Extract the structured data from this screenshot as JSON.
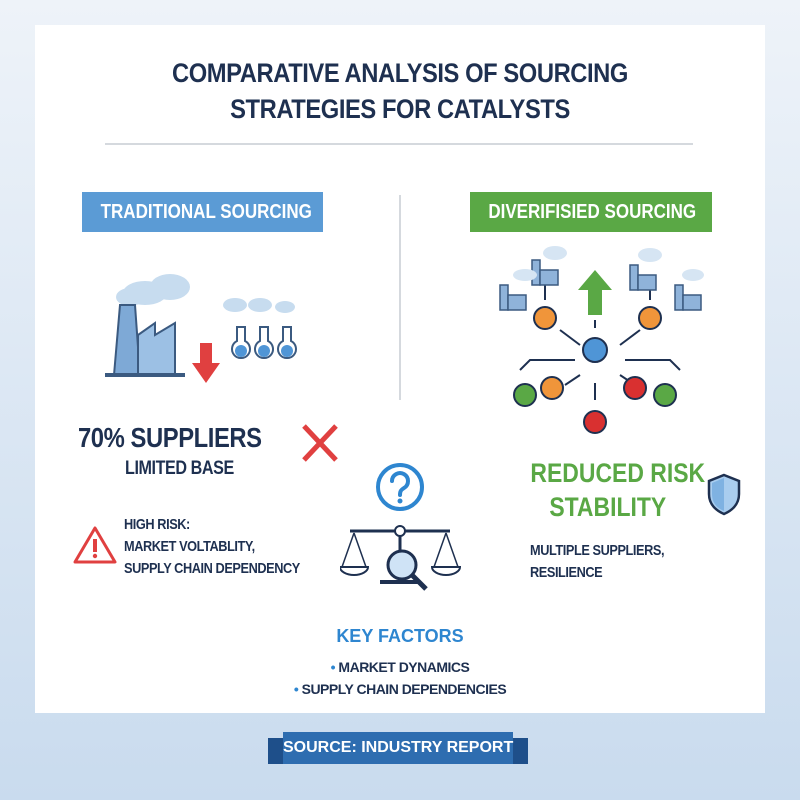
{
  "title": {
    "line1": "COMPARATIVE ANALYSIS OF SOURCING",
    "line2": "STRATEGIES FOR CATALYSTS"
  },
  "traditional": {
    "label": "TRADITIONAL SOURCING",
    "stat": "70% SUPPLIERS",
    "stat_sub": "LIMITED BASE",
    "risk_title": "HIGH RISK:",
    "risk_line1": "MARKET VOLTABLITY,",
    "risk_line2": "SUPPLY CHAIN DEPENDENCY",
    "color": "#5b9bd5"
  },
  "diversified": {
    "label": "DIVERIFISIED SOURCING",
    "benefit1": "REDUCED RISK",
    "benefit2": "STABILITY",
    "desc1": "MULTIPLE SUPPLIERS,",
    "desc2": "RESILIENCE",
    "color": "#5aa845"
  },
  "key_factors": {
    "title": "KEY FACTORS",
    "items": [
      "MARKET DYNAMICS",
      "SUPPLY CHAIN DEPENDENCIES"
    ]
  },
  "source": "SOURCE: INDUSTRY REPORT"
}
